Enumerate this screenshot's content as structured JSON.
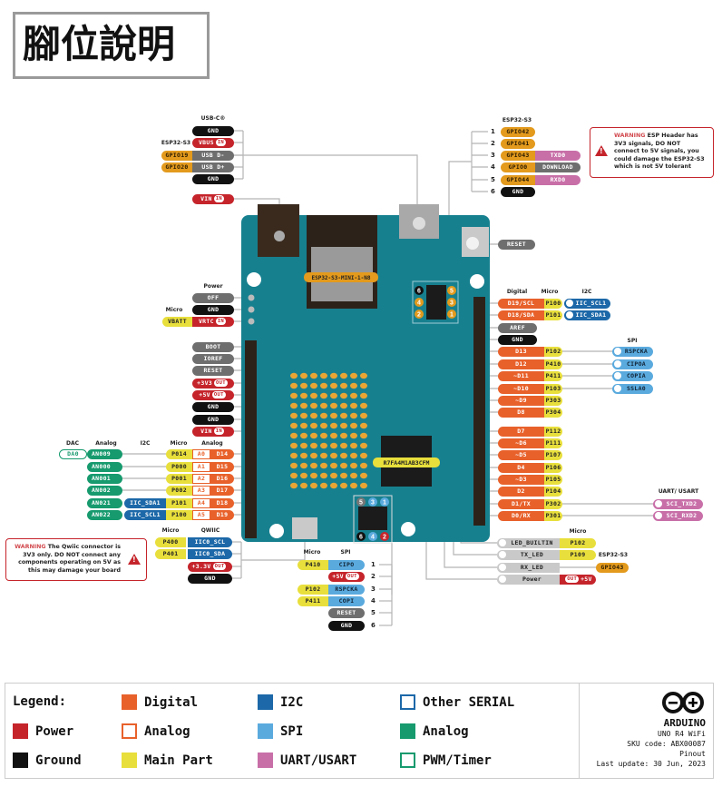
{
  "title": "腳位說明",
  "board": {
    "esp_module": "ESP32-S3-MINI-1-N8",
    "mcu": "R7FA4M1AB3CFM",
    "esp_header_nums": [
      "6",
      "5",
      "4",
      "3",
      "2",
      "1"
    ],
    "icsp_nums": [
      "5",
      "3",
      "1",
      "6",
      "4",
      "2"
    ]
  },
  "usb": {
    "header": "USB-C®",
    "esp_label": "ESP32-S3",
    "pins": [
      {
        "label": "GND",
        "type": "gnd"
      },
      {
        "label": "VBUS",
        "type": "pwr",
        "tag": "IN"
      },
      {
        "label": "USB D-",
        "type": "gray",
        "gpio": "GPIO19"
      },
      {
        "label": "USB D+",
        "type": "gray",
        "gpio": "GPIO20"
      },
      {
        "label": "GND",
        "type": "gnd"
      }
    ]
  },
  "vin_top": {
    "label": "VIN",
    "tag": "IN"
  },
  "esp_header": {
    "header": "ESP32-S3",
    "pins": [
      {
        "num": "1",
        "gpio": "GPIO42",
        "type": "gpio"
      },
      {
        "num": "2",
        "gpio": "GPIO41",
        "type": "gpio"
      },
      {
        "num": "3",
        "gpio": "GPIO43",
        "type": "gpio",
        "func": "TXD0",
        "func_type": "uart"
      },
      {
        "num": "4",
        "gpio": "GPIO0",
        "type": "gpio",
        "func": "DOWNLOAD",
        "func_type": "gray"
      },
      {
        "num": "5",
        "gpio": "GPIO44",
        "type": "gpio",
        "func": "RXD0",
        "func_type": "uart"
      },
      {
        "num": "6",
        "gpio": "GND",
        "type": "gnd"
      }
    ]
  },
  "esp_warning": {
    "strong": "WARNING",
    "text": "ESP Header has 3V3 signals, DO NOT connect to 5V signals, you could damage the ESP32-S3 which is not 5V tolerant"
  },
  "reset_button": "RESET",
  "power": {
    "header": "Power",
    "micro_label": "Micro",
    "pins": [
      {
        "label": "OFF",
        "type": "gray"
      },
      {
        "label": "GND",
        "type": "gnd"
      },
      {
        "label": "VRTC",
        "type": "pwr",
        "tag": "IN",
        "micro": "VBATT"
      }
    ]
  },
  "left_header": [
    {
      "label": "BOOT",
      "type": "gray"
    },
    {
      "label": "IOREF",
      "type": "gray"
    },
    {
      "label": "RESET",
      "type": "gray"
    },
    {
      "label": "+3V3",
      "type": "pwr",
      "tag": "OUT"
    },
    {
      "label": "+5V",
      "type": "pwr",
      "tag": "OUT"
    },
    {
      "label": "GND",
      "type": "gnd"
    },
    {
      "label": "GND",
      "type": "gnd"
    },
    {
      "label": "VIN",
      "type": "pwr",
      "tag": "IN"
    }
  ],
  "analog": {
    "headers": {
      "dac": "DAC",
      "analog": "Analog",
      "i2c": "I2C",
      "micro": "Micro",
      "analog2": "Analog"
    },
    "rows": [
      {
        "dac": "DA0",
        "an": "AN009",
        "micro": "P014",
        "a": "A0",
        "d": "D14"
      },
      {
        "an": "AN000",
        "micro": "P000",
        "a": "A1",
        "d": "D15"
      },
      {
        "an": "AN001",
        "micro": "P001",
        "a": "A2",
        "d": "D16"
      },
      {
        "an": "AN002",
        "micro": "P002",
        "a": "A3",
        "d": "D17"
      },
      {
        "an": "AN021",
        "i2c": "IIC_SDA1",
        "micro": "P101",
        "a": "A4",
        "d": "D18"
      },
      {
        "an": "AN022",
        "i2c": "IIC_SCL1",
        "micro": "P100",
        "a": "A5",
        "d": "D19"
      }
    ]
  },
  "qwiic": {
    "headers": {
      "micro": "Micro",
      "qwiic": "QWIIC"
    },
    "rows": [
      {
        "micro": "P400",
        "label": "IIC0_SCL",
        "type": "i2c"
      },
      {
        "micro": "P401",
        "label": "IIC0_SDA",
        "type": "i2c"
      },
      {
        "label": "+3.3V",
        "type": "pwr",
        "tag": "OUT"
      },
      {
        "label": "GND",
        "type": "gnd"
      }
    ]
  },
  "qwiic_warning": {
    "strong": "WARNING",
    "text": "The Qwiic connector is 3V3 only. DO NOT connect any components operating on 5V as this may damage your board"
  },
  "icsp": {
    "headers": {
      "micro": "Micro",
      "spi": "SPI"
    },
    "rows": [
      {
        "num": "1",
        "micro": "P410",
        "label": "CIPO",
        "type": "spi"
      },
      {
        "num": "2",
        "label": "+5V",
        "type": "pwr",
        "tag": "OUT"
      },
      {
        "num": "3",
        "micro": "P102",
        "label": "RSPCKA",
        "type": "spi"
      },
      {
        "num": "4",
        "micro": "P411",
        "label": "COPI",
        "type": "spi"
      },
      {
        "num": "5",
        "label": "RESET",
        "type": "gray"
      },
      {
        "num": "6",
        "label": "GND",
        "type": "gnd"
      }
    ]
  },
  "right_header": {
    "headers": {
      "digital": "Digital",
      "micro": "Micro",
      "i2c": "I2C",
      "spi": "SPI",
      "uart": "UART/ USART"
    },
    "rows": [
      {
        "d": "D19/SCL",
        "micro": "P100",
        "extra": "IIC_SCL1",
        "extra_type": "i2c"
      },
      {
        "d": "D18/SDA",
        "micro": "P101",
        "extra": "IIC_SDA1",
        "extra_type": "i2c"
      },
      {
        "d": "AREF",
        "type": "gray"
      },
      {
        "d": "GND",
        "type": "gnd"
      },
      {
        "d": "D13",
        "micro": "P102",
        "extra": "RSPCKA",
        "extra_type": "spi"
      },
      {
        "d": "D12",
        "micro": "P410",
        "extra": "CIPOA",
        "extra_type": "spi"
      },
      {
        "d": "~D11",
        "micro": "P411",
        "extra": "COPIA",
        "extra_type": "spi"
      },
      {
        "d": "~D10",
        "micro": "P103",
        "extra": "SSLA0",
        "extra_type": "spi"
      },
      {
        "d": "~D9",
        "micro": "P303"
      },
      {
        "d": "D8",
        "micro": "P304"
      },
      {
        "d": "D7",
        "micro": "P112"
      },
      {
        "d": "~D6",
        "micro": "P111"
      },
      {
        "d": "~D5",
        "micro": "P107"
      },
      {
        "d": "D4",
        "micro": "P106"
      },
      {
        "d": "~D3",
        "micro": "P105"
      },
      {
        "d": "D2",
        "micro": "P104"
      },
      {
        "d": "D1/TX",
        "micro": "P302",
        "extra": "SCI_TXD2",
        "extra_type": "uart"
      },
      {
        "d": "D0/RX",
        "micro": "P301",
        "extra": "SCI_RXD2",
        "extra_type": "uart"
      }
    ]
  },
  "leds": {
    "micro_label": "Micro",
    "esp_label": "ESP32-S3",
    "rows": [
      {
        "label": "LED_BUILTIN",
        "micro": "P102"
      },
      {
        "label": "TX_LED",
        "micro": "P109"
      },
      {
        "label": "RX_LED",
        "esp": "GPIO43"
      },
      {
        "label": "Power",
        "tag": "OUT",
        "power": "+5V"
      }
    ]
  },
  "legend": {
    "title": "Legend:",
    "items": [
      {
        "label": "Digital",
        "color": "#e8612b",
        "fill": true
      },
      {
        "label": "I2C",
        "color": "#1c68a8",
        "fill": true
      },
      {
        "label": "Other SERIAL",
        "color": "#1c68a8",
        "fill": false
      },
      {
        "label": "Power",
        "color": "#c5242b",
        "fill": true
      },
      {
        "label": "Analog",
        "color": "#e8612b",
        "fill": false
      },
      {
        "label": "SPI",
        "color": "#5aaade",
        "fill": true
      },
      {
        "label": "Analog",
        "color": "#169a6e",
        "fill": true
      },
      {
        "label": "Ground",
        "color": "#111111",
        "fill": true
      },
      {
        "label": "Main Part",
        "color": "#e8df3c",
        "fill": true
      },
      {
        "label": "UART/USART",
        "color": "#c86fa8",
        "fill": true
      },
      {
        "label": "PWM/Timer",
        "color": "#169a6e",
        "fill": false
      }
    ]
  },
  "footer": {
    "brand": "ARDUINO",
    "product": "UNO R4 WiFi",
    "sku": "SKU code: ABX00087",
    "doc": "Pinout",
    "updated": "Last update: 30 Jun, 2023"
  }
}
